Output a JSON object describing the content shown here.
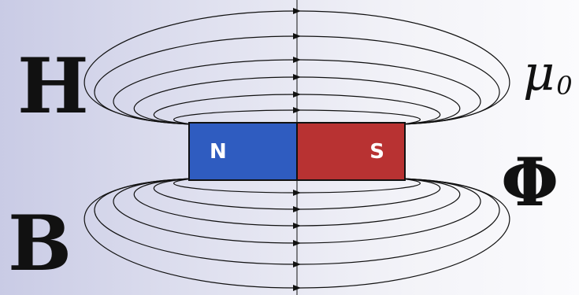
{
  "symbols": {
    "magnetic_field_strength": "H",
    "magnetic_flux_density": "B",
    "magnetic_flux": "Φ",
    "permeability_base": "μ",
    "permeability_subscript": "0"
  },
  "magnet": {
    "north_label": "N",
    "south_label": "S",
    "north_color": "#2f5cc0",
    "south_color": "#b83232"
  },
  "field_lines": {
    "direction": "left-to-right",
    "count_per_side": 6,
    "color": "#111111"
  }
}
